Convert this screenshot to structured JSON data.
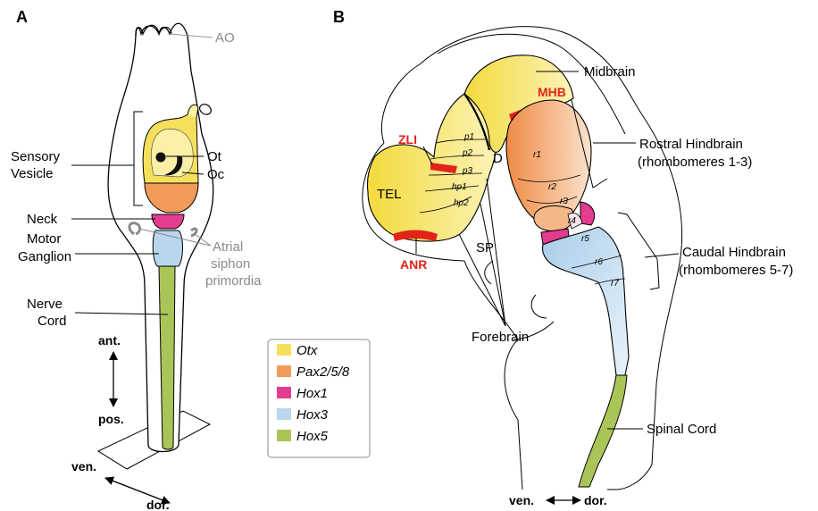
{
  "colors": {
    "otx": "#f6e05b",
    "pax": "#f29a5c",
    "hox1": "#e43c8e",
    "hox3": "#b9d6ec",
    "hox5": "#a9c558",
    "red": "#e2231a"
  },
  "panel_a": {
    "letter": "A",
    "ao": "AO",
    "sensory_vesicle_1": "Sensory",
    "sensory_vesicle_2": "Vesicle",
    "ot": "Ot",
    "oc": "Oc",
    "neck": "Neck",
    "motor_1": "Motor",
    "motor_2": "Ganglion",
    "atrial_1": "Atrial",
    "atrial_2": "siphon",
    "atrial_3": "primordia",
    "nerve_1": "Nerve",
    "nerve_2": "Cord",
    "ant": "ant.",
    "pos": "pos.",
    "ven": "ven.",
    "dor": "dor."
  },
  "legend": {
    "items": [
      {
        "label": "Otx",
        "color": "#f6e05b"
      },
      {
        "label": "Pax2/5/8",
        "color": "#f29a5c"
      },
      {
        "label": "Hox1",
        "color": "#e43c8e"
      },
      {
        "label": "Hox3",
        "color": "#b9d6ec"
      },
      {
        "label": "Hox5",
        "color": "#a9c558"
      }
    ]
  },
  "panel_b": {
    "letter": "B",
    "midbrain": "Midbrain",
    "mhb": "MHB",
    "zli": "ZLI",
    "rostral_1": "Rostral Hindbrain",
    "rostral_2": "(rhombomeres 1-3)",
    "caudal_1": "Caudal Hindbrain",
    "caudal_2": "(rhombomeres 5-7)",
    "tel": "TEL",
    "anr": "ANR",
    "sp": "SP",
    "d": "D",
    "forebrain": "Forebrain",
    "spinal": "Spinal Cord",
    "ven": "ven.",
    "dor": "dor.",
    "p1": "p1",
    "p2": "p2",
    "p3": "p3",
    "hp1": "hp1",
    "hp2": "hp2",
    "r1": "r1",
    "r2": "r2",
    "r3": "r3",
    "r4": "r4",
    "r5": "r5",
    "r6": "r6",
    "r7": "r7"
  }
}
